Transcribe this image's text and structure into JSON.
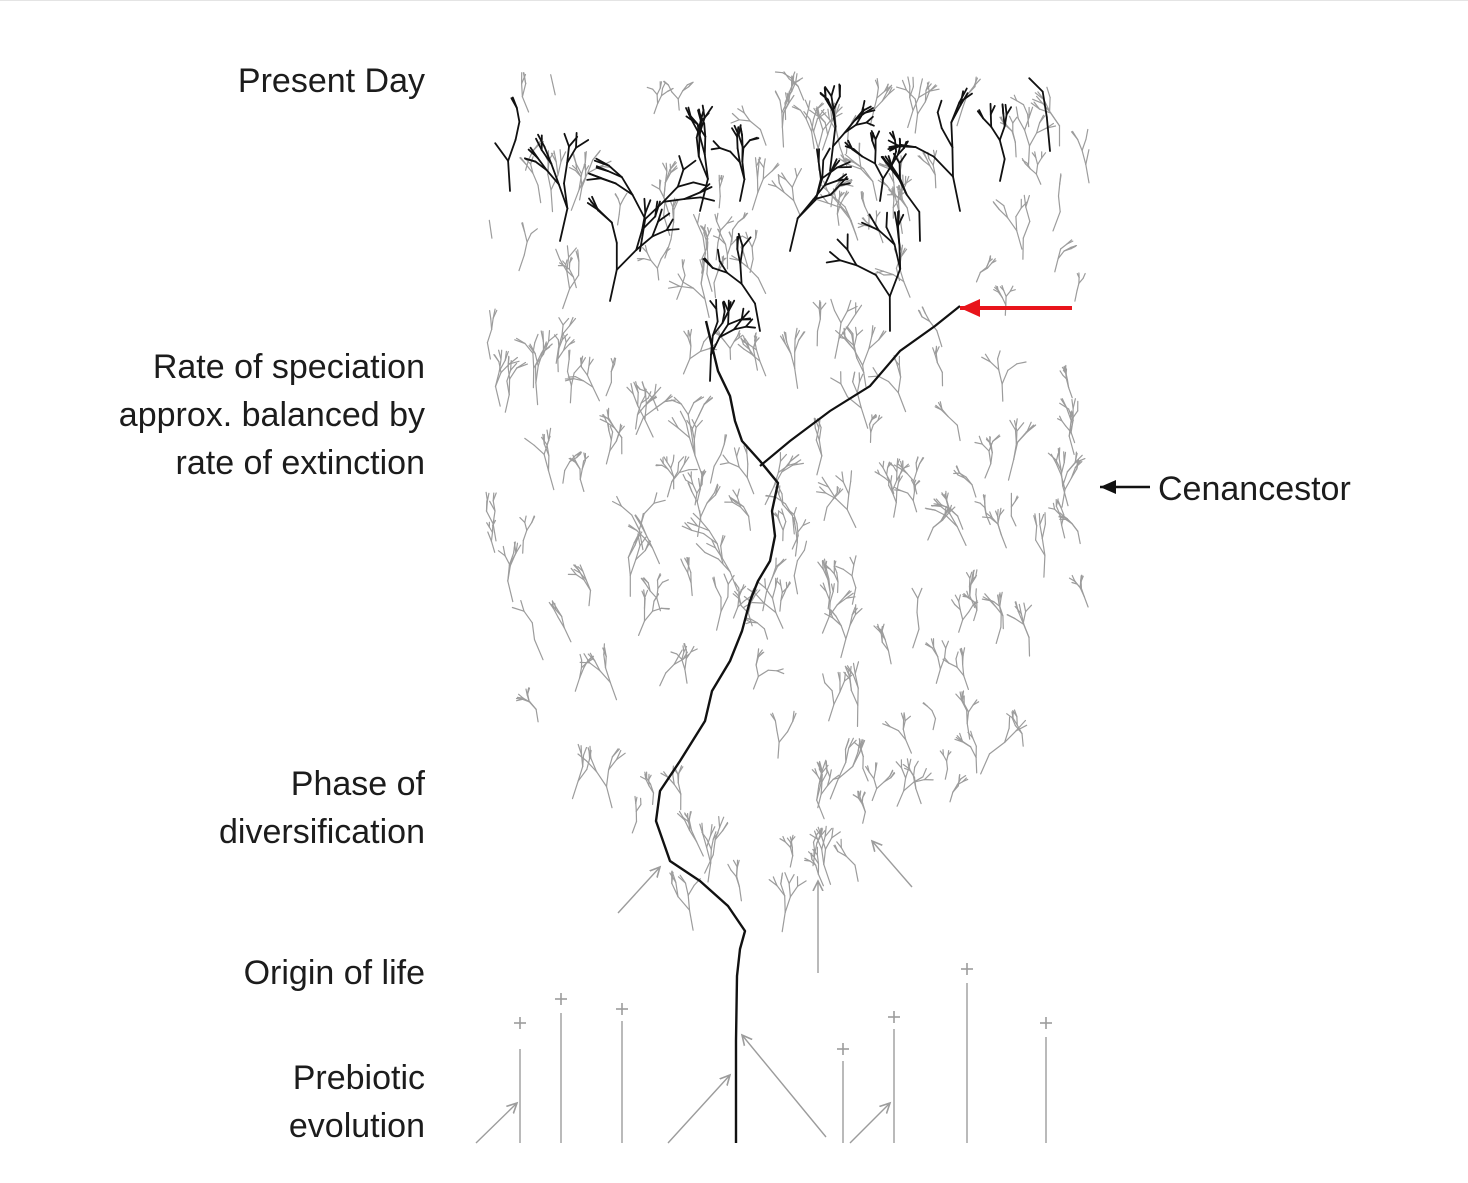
{
  "labels": {
    "present_day": "Present Day",
    "rate_line1": "Rate of speciation",
    "rate_line2": "approx. balanced by",
    "rate_line3": "rate of extinction",
    "phase_line1": "Phase of",
    "phase_line2": "diversification",
    "origin": "Origin of life",
    "prebiotic_line1": "Prebiotic",
    "prebiotic_line2": "evolution",
    "cenancestor": "Cenancestor"
  },
  "colors": {
    "surviving_lineage": "#111111",
    "extinct_lineage": "#9c9c9c",
    "highlight_arrow": "#e8141b",
    "text": "#1c1c1c"
  },
  "icons": {
    "cenancestor_pointer": "arrow-left-icon",
    "highlight_pointer": "red-arrow-left-icon",
    "extinction_marker": "cross-icon"
  }
}
